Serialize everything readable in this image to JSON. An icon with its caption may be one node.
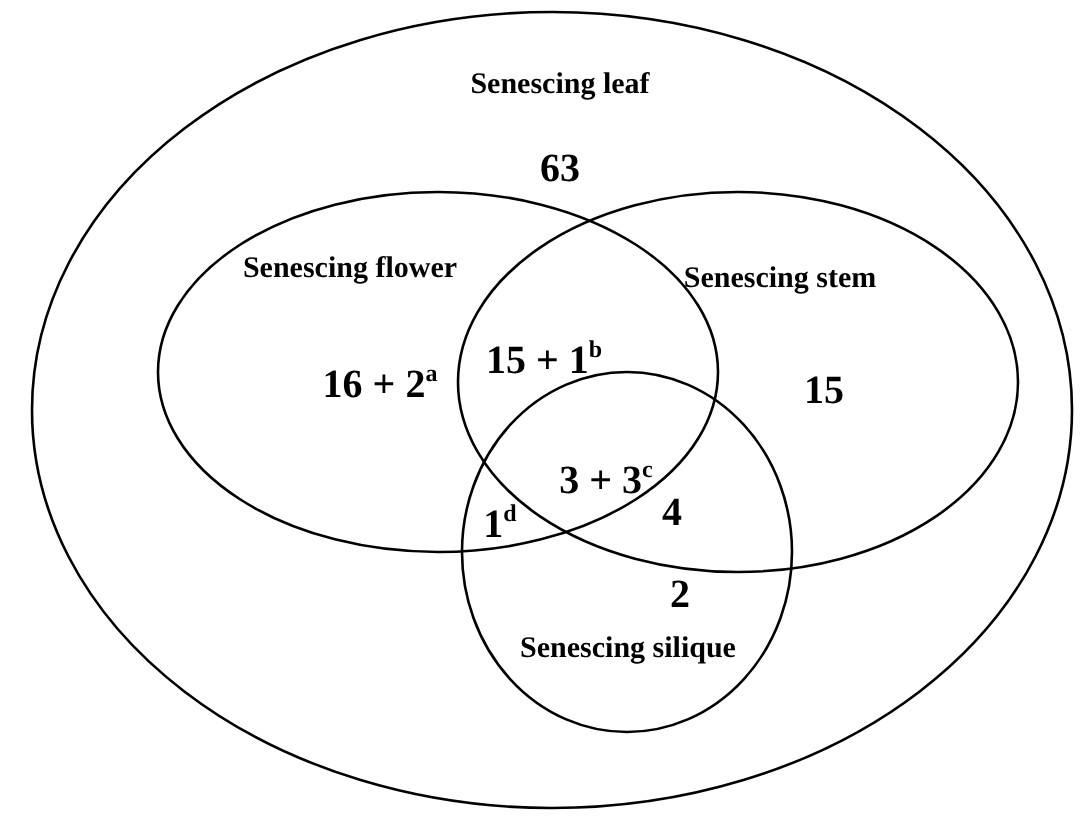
{
  "diagram": {
    "nodes": [
      {
        "text": [
          "Senescing leaf"
        ]
      },
      {
        "text": [
          "Senescing flower"
        ],
        "in": 0
      },
      {
        "text": [
          "Senescing stem"
        ],
        "in": 0
      },
      {
        "text": [
          "Senescing silique"
        ],
        "in": 0
      }
    ],
    "labels": [
      "63",
      "16 + 2$^{a}$",
      "15 + 1$^{b}$",
      "15",
      "3 + 3$^{c}$",
      "1$^{d}$",
      "4",
      "2"
    ]
  }
}
